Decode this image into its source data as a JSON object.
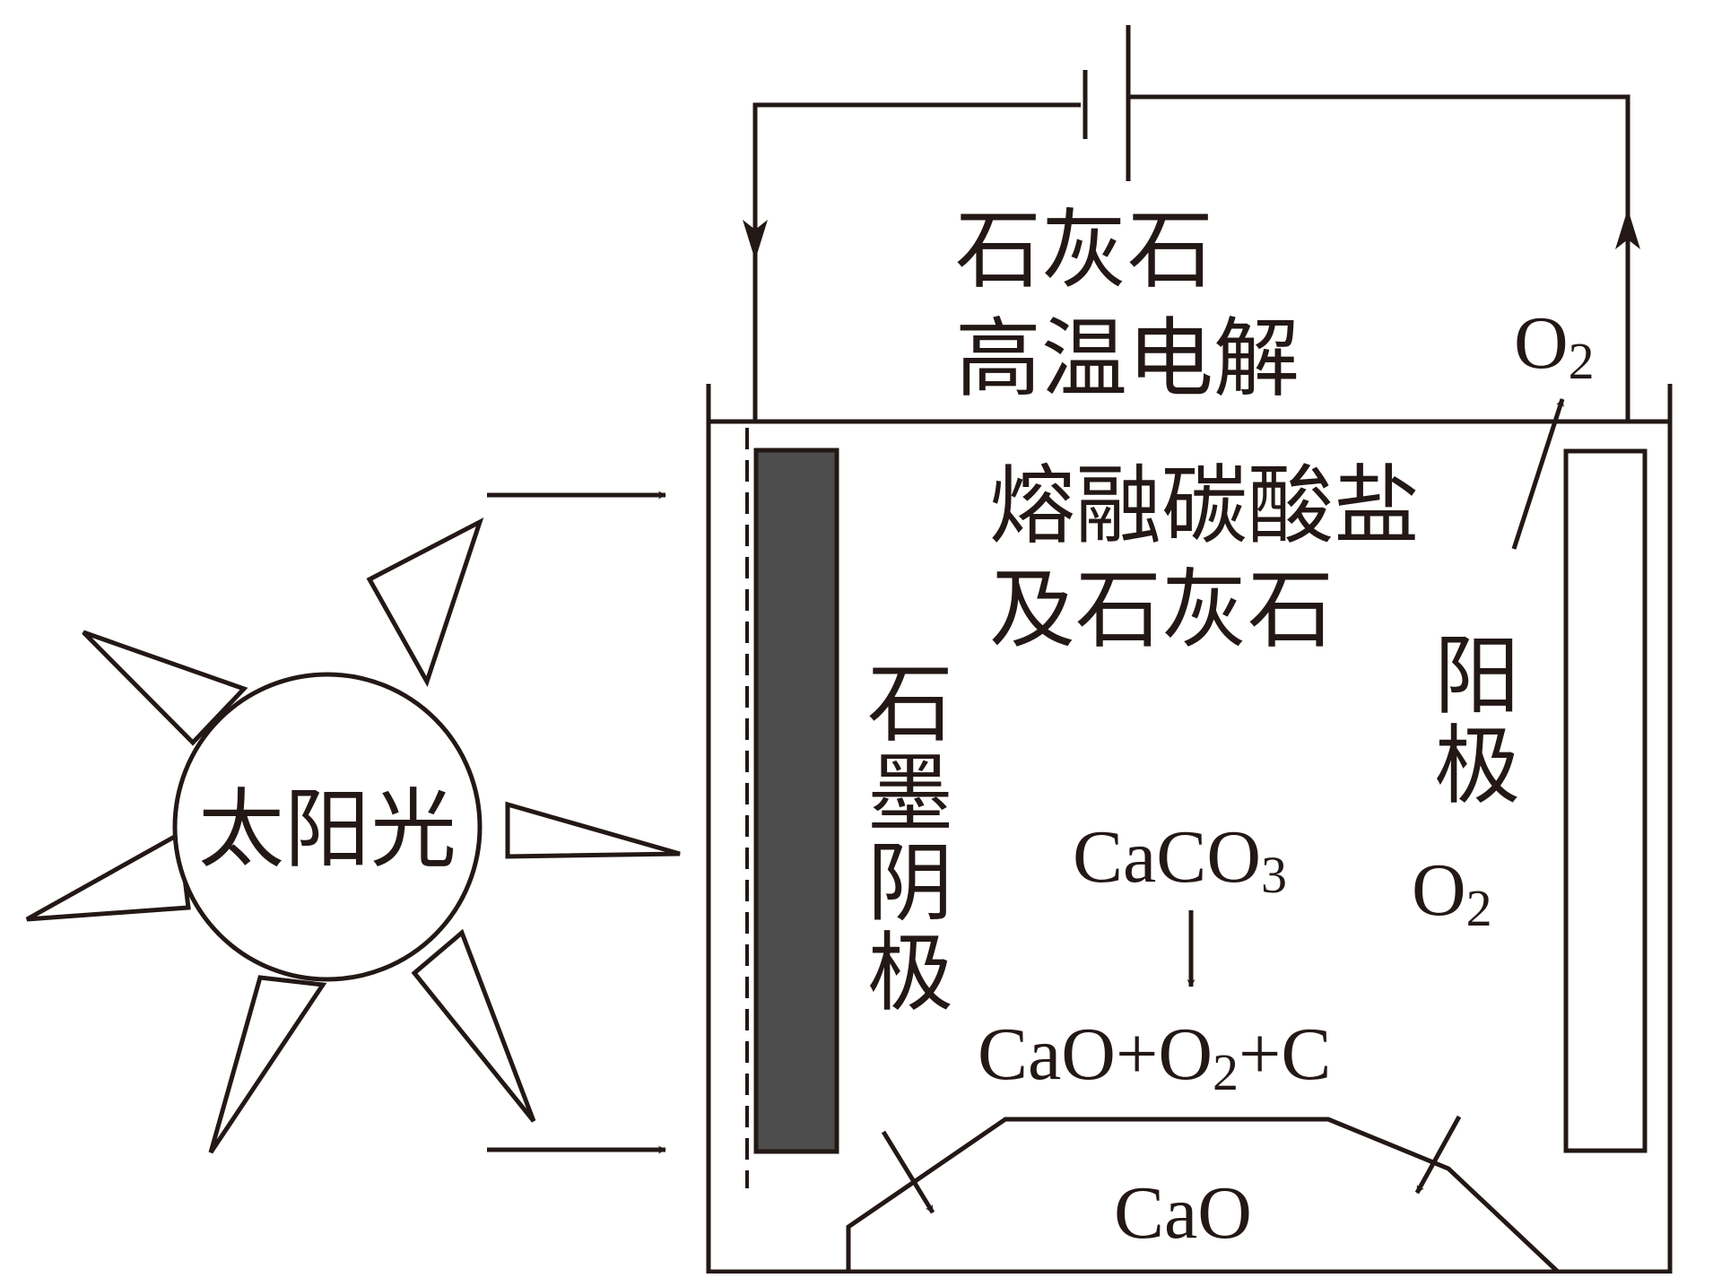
{
  "colors": {
    "ink": "#231815",
    "cathode_fill": "#4d4d4d",
    "background": "#ffffff"
  },
  "labels": {
    "process_line1": "石灰石",
    "process_line2": "高温电解",
    "electrolyte_line1": "熔融碳酸盐",
    "electrolyte_line2": "及石灰石",
    "cathode": [
      "石",
      "墨",
      "阴",
      "极"
    ],
    "anode": [
      "阳",
      "极"
    ],
    "sun": "太阳光",
    "gas_top": {
      "main": "O",
      "sub": "2"
    },
    "gas_mid": {
      "main": "O",
      "sub": "2"
    },
    "reactant": {
      "main": "CaCO",
      "sub": "3"
    },
    "products": {
      "part1": "CaO+O",
      "sub": "2",
      "part2": "+C"
    },
    "deposit": "CaO"
  },
  "icons": [
    "sun-icon",
    "battery-icon",
    "arrow-icon"
  ]
}
